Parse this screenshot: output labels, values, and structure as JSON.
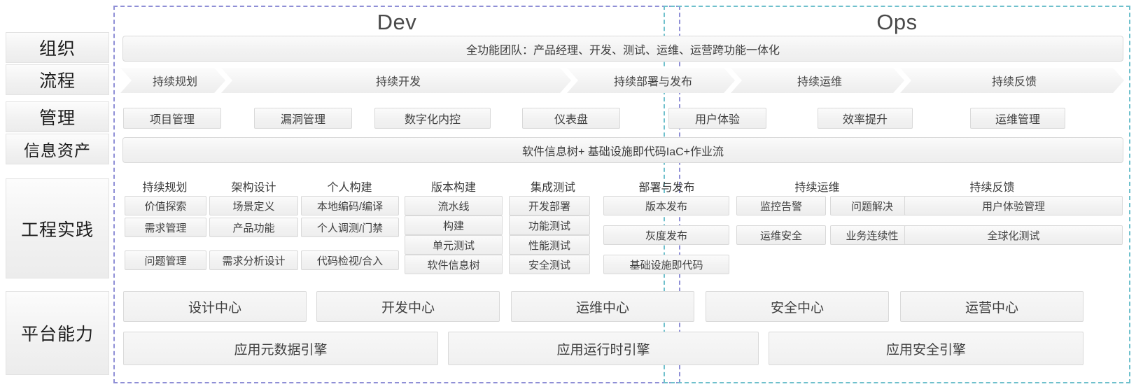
{
  "regions": {
    "dev": {
      "title": "Dev",
      "accent": "#8f8fd6"
    },
    "ops": {
      "title": "Ops",
      "accent": "#6fc0cc"
    }
  },
  "row_labels": [
    {
      "key": "organization",
      "label": "组织"
    },
    {
      "key": "process",
      "label": "流程"
    },
    {
      "key": "management",
      "label": "管理"
    },
    {
      "key": "information_assets",
      "label": "信息资产"
    },
    {
      "key": "engineering_practice",
      "label": "工程实践"
    },
    {
      "key": "platform_capability",
      "label": "平台能力"
    }
  ],
  "organization": {
    "banner": "全功能团队：产品经理、开发、测试、运维、运营跨功能一体化"
  },
  "process": {
    "stages": [
      {
        "label": "持续规划"
      },
      {
        "label": "持续开发"
      },
      {
        "label": "持续部署与发布"
      },
      {
        "label": "持续运维"
      },
      {
        "label": "持续反馈"
      }
    ]
  },
  "management": {
    "items": [
      {
        "label": "项目管理"
      },
      {
        "label": "漏洞管理"
      },
      {
        "label": "数字化内控"
      },
      {
        "label": "仪表盘"
      },
      {
        "label": "用户体验"
      },
      {
        "label": "效率提升"
      },
      {
        "label": "运维管理"
      }
    ]
  },
  "information_assets": {
    "banner": "软件信息树+ 基础设施即代码IaC+作业流"
  },
  "engineering_practice": {
    "columns": [
      {
        "header": "持续规划",
        "items": [
          "价值探索",
          "需求管理",
          "问题管理"
        ]
      },
      {
        "header": "架构设计",
        "items": [
          "场景定义",
          "产品功能",
          "需求分析设计"
        ]
      },
      {
        "header": "个人构建",
        "items": [
          "本地编码/编译",
          "个人调测/门禁",
          "代码检视/合入"
        ]
      },
      {
        "header": "版本构建",
        "items": [
          "流水线",
          "构建",
          "单元测试",
          "软件信息树"
        ]
      },
      {
        "header": "集成测试",
        "items": [
          "开发部署",
          "功能测试",
          "性能测试",
          "安全测试"
        ]
      },
      {
        "header": "部署与发布",
        "items": [
          "版本发布",
          "灰度发布",
          "基础设施即代码"
        ]
      },
      {
        "header": "持续运维",
        "items": [
          "监控告警",
          "问题解决",
          "运维安全",
          "业务连续性"
        ]
      },
      {
        "header": "持续反馈",
        "items": [
          "用户体验管理",
          "全球化测试"
        ]
      }
    ]
  },
  "platform_capability": {
    "centers": [
      {
        "label": "设计中心"
      },
      {
        "label": "开发中心"
      },
      {
        "label": "运维中心"
      },
      {
        "label": "安全中心"
      },
      {
        "label": "运营中心"
      }
    ],
    "engines": [
      {
        "label": "应用元数据引擎"
      },
      {
        "label": "应用运行时引擎"
      },
      {
        "label": "应用安全引擎"
      }
    ]
  }
}
